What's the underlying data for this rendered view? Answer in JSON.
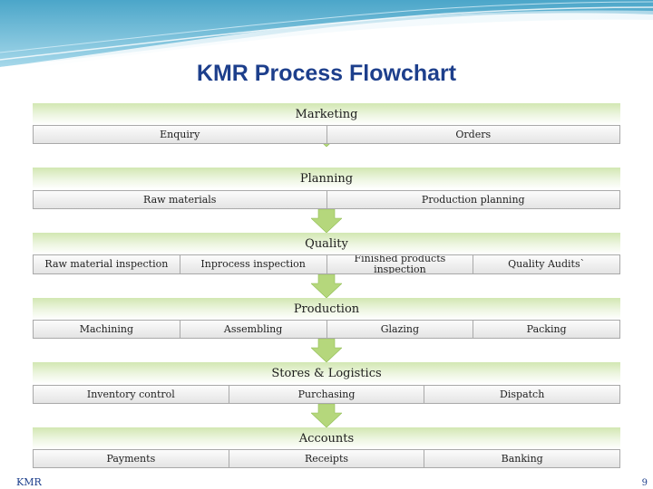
{
  "title": "KMR Process Flowchart",
  "sections": [
    {
      "header": "Marketing",
      "items": [
        "Enquiry",
        "Orders"
      ]
    },
    {
      "header": "Planning",
      "items": [
        "Raw materials",
        "Production planning"
      ]
    },
    {
      "header": "Quality",
      "items": [
        "Raw material inspection",
        "Inprocess inspection",
        "Finished products inspection",
        "Quality  Audits`"
      ]
    },
    {
      "header": "Production",
      "items": [
        "Machining",
        "Assembling",
        "Glazing",
        "Packing"
      ]
    },
    {
      "header": "Stores & Logistics",
      "items": [
        "Inventory control",
        "Purchasing",
        "Dispatch"
      ]
    },
    {
      "header": "Accounts",
      "items": [
        "Payments",
        "Receipts",
        "Banking"
      ]
    }
  ],
  "footer": {
    "left": "KMR",
    "right": "9"
  },
  "colors": {
    "title": "#1d3f8c",
    "band": "#d2e7b2",
    "arrow": "#b5d77c"
  }
}
